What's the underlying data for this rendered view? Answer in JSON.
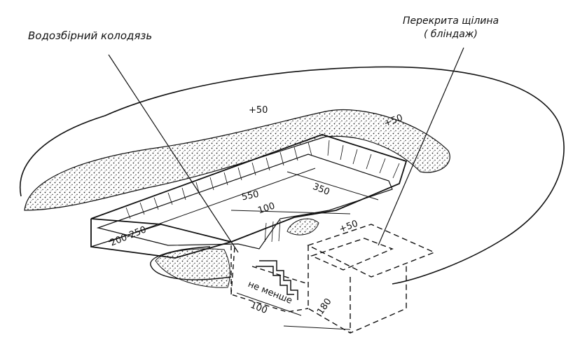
{
  "callouts": {
    "well_label": "Водозбірний колодязь",
    "shelter_label_line1": "Перекрита щілина",
    "shelter_label_line2": "( бліндаж)"
  },
  "dimensions": {
    "parapet_top": "+50",
    "parapet_right": "+50",
    "trench_length": "550",
    "trench_end": "350",
    "trench_width": "100",
    "shelter_top": "+50",
    "left_end": "200-250",
    "not_less": "не менше",
    "depth": "100",
    "shelter_depth": "180"
  }
}
